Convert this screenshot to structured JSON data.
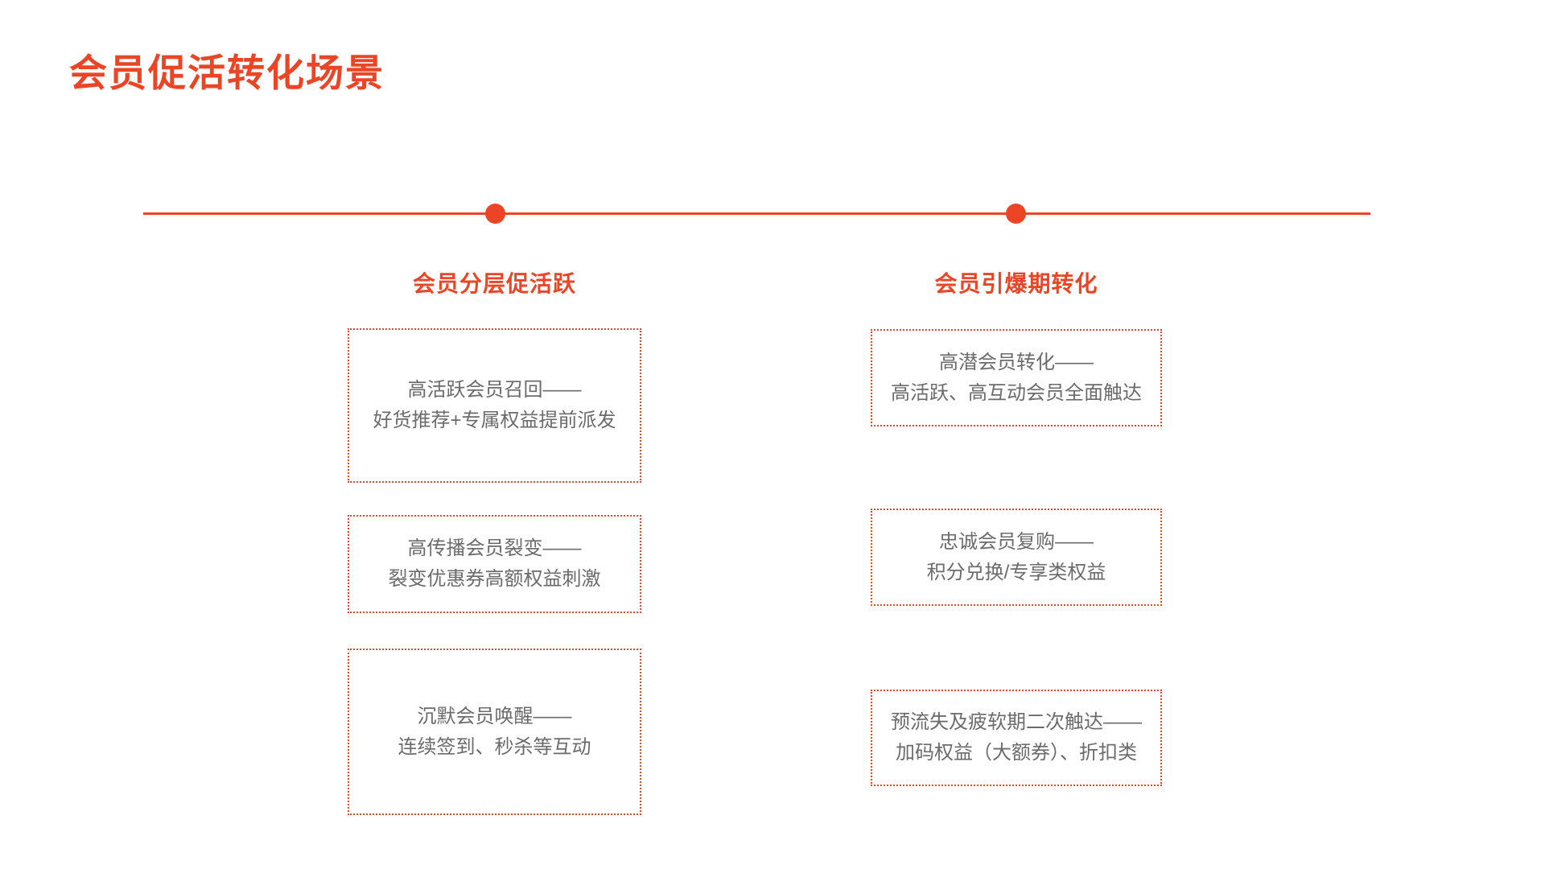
{
  "page": {
    "title": "会员促活转化场景"
  },
  "theme": {
    "accent_color": "#EB4526",
    "body_text_color": "#6B6B6B",
    "background_color": "#FFFFFF"
  },
  "timeline": {
    "columns": [
      {
        "header": "会员分层促活跃",
        "boxes": [
          {
            "line1": "高活跃会员召回——",
            "line2": "好货推荐+专属权益提前派发"
          },
          {
            "line1": "高传播会员裂变——",
            "line2": "裂变优惠券高额权益刺激"
          },
          {
            "line1": "沉默会员唤醒——",
            "line2": "连续签到、秒杀等互动"
          }
        ]
      },
      {
        "header": "会员引爆期转化",
        "boxes": [
          {
            "line1": "高潜会员转化——",
            "line2": "高活跃、高互动会员全面触达"
          },
          {
            "line1": "忠诚会员复购——",
            "line2": "积分兑换/专享类权益"
          },
          {
            "line1": "预流失及疲软期二次触达——",
            "line2": "加码权益（大额券）、折扣类"
          }
        ]
      }
    ]
  }
}
